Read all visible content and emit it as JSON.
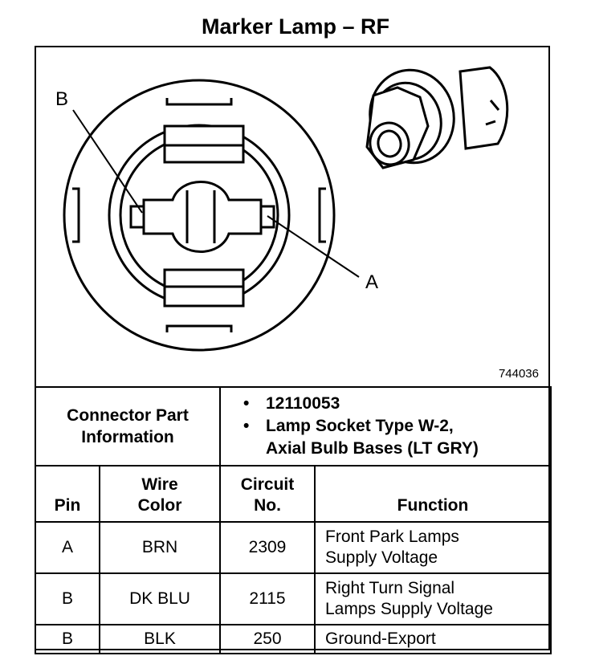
{
  "title": "Marker Lamp – RF",
  "diagram": {
    "label_b": "B",
    "label_a": "A",
    "part_number": "744036"
  },
  "connector_info": {
    "label_line1": "Connector Part",
    "label_line2": "Information",
    "items": [
      {
        "line1": "12110053",
        "line2": ""
      },
      {
        "line1": "Lamp Socket Type W-2,",
        "line2": "Axial Bulb Bases (LT GRY)"
      }
    ]
  },
  "table": {
    "headers": {
      "pin": "Pin",
      "wire_color_line1": "Wire",
      "wire_color_line2": "Color",
      "circuit_line1": "Circuit",
      "circuit_line2": "No.",
      "function": "Function"
    },
    "rows": [
      {
        "pin": "A",
        "wire_color": "BRN",
        "circuit": "2309",
        "function_line1": "Front Park Lamps",
        "function_line2": "Supply Voltage"
      },
      {
        "pin": "B",
        "wire_color": "DK BLU",
        "circuit": "2115",
        "function_line1": "Right Turn Signal",
        "function_line2": "Lamps Supply Voltage"
      },
      {
        "pin": "B",
        "wire_color": "BLK",
        "circuit": "250",
        "function_line1": "Ground-Export",
        "function_line2": ""
      }
    ]
  }
}
